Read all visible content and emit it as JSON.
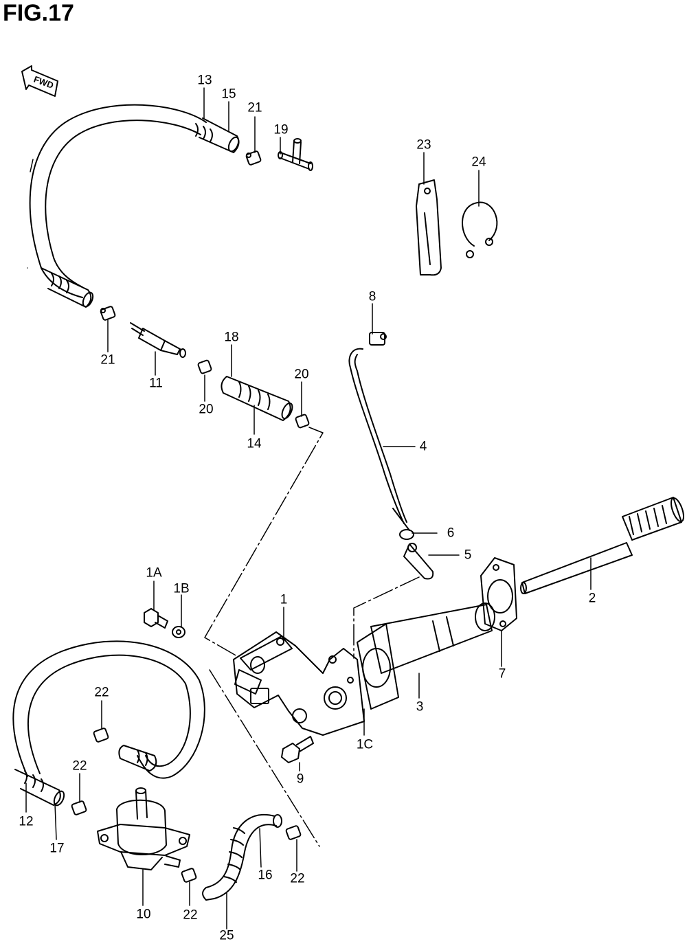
{
  "figure": {
    "title": "FIG.17"
  },
  "fwd_arrow": {
    "label": "FWD"
  },
  "callouts": [
    "13",
    "15",
    "21",
    "19",
    "23",
    "24",
    "21",
    "11",
    "18",
    "20",
    "20",
    "14",
    "8",
    "4",
    "6",
    "5",
    "2",
    "1A",
    "1B",
    "1",
    "7",
    "3",
    "1C",
    "9",
    "22",
    "22",
    "12",
    "17",
    "10",
    "22",
    "25",
    "16",
    "22"
  ]
}
